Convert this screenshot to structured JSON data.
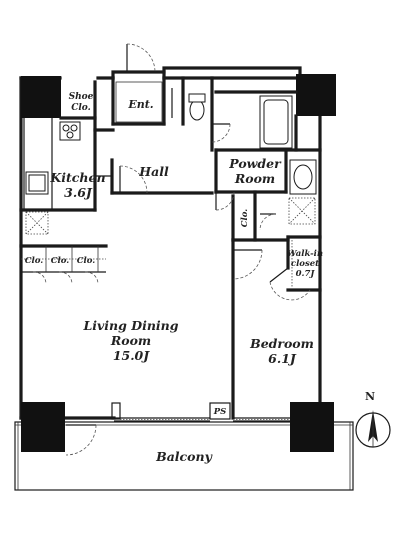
{
  "rooms": {
    "shoe_closet": [
      "Shoe",
      "Clo."
    ],
    "entrance": "Ent.",
    "kitchen": [
      "Kitchen",
      "3.6J"
    ],
    "hall": "Hall",
    "powder_room": [
      "Powder",
      "Room"
    ],
    "closet_vertical": "Clo.",
    "walk_in_closet": [
      "Walk-in",
      "closet",
      "0.7J"
    ],
    "closets": [
      "Clo.",
      "Clo.",
      "Clo."
    ],
    "living_dining": [
      "Living Dining",
      "Room",
      "15.0J"
    ],
    "bedroom": [
      "Bedroom",
      "6.1J"
    ],
    "pipe_space": "PS",
    "balcony": "Balcony"
  },
  "compass": {
    "north_label": "N"
  }
}
